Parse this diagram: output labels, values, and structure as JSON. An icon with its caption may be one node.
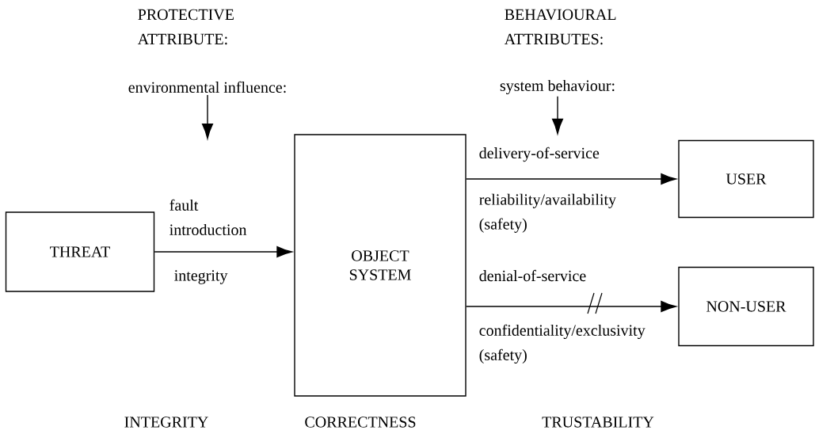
{
  "diagram": {
    "nodes": [
      {
        "text": [
          "THREAT"
        ]
      },
      {
        "text": [
          "OBJECT SYSTEM"
        ]
      },
      {
        "text": [
          "USER"
        ]
      },
      {
        "text": [
          "NON-USER"
        ]
      },
      {
        "text": [
          "environmental influence:"
        ]
      },
      {
        "text": [
          "system behaviour:"
        ]
      }
    ],
    "edges": [
      {
        "from": 0,
        "to": 1,
        "arrow": "to",
        "label": "fault introduction"
      },
      {
        "from": 1,
        "to": 2,
        "arrow": "to",
        "label": "delivery-of-service"
      },
      {
        "from": 1,
        "to": 3,
        "arrow": "to",
        "label": "denial-of-service"
      },
      {
        "from": 4,
        "to": null,
        "arrow": "to"
      },
      {
        "from": 5,
        "to": null,
        "arrow": "to"
      }
    ],
    "labels": [
      "PROTECTIVE ATTRIBUTE:",
      "BEHAVIOURAL ATTRIBUTES:",
      "reliability/availability (safety)",
      "integrity",
      "confidentiality/exclusivity (safety)",
      "INTEGRITY",
      "CORRECTNESS",
      "TRUSTABILITY"
    ]
  }
}
